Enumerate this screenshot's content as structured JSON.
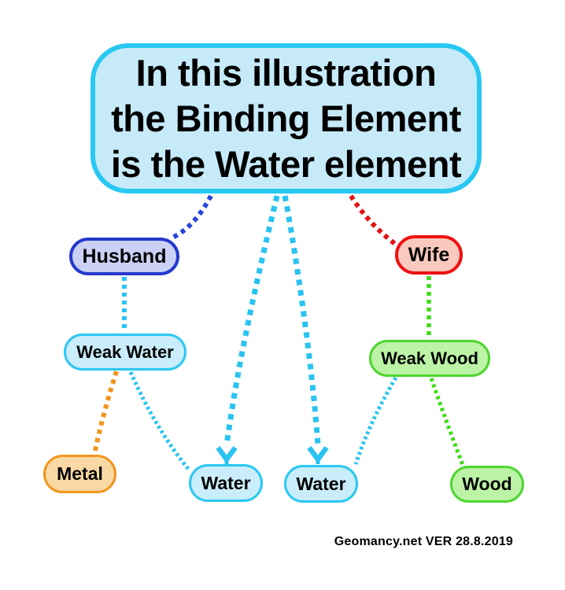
{
  "title_box": {
    "text": "In this illustration the Binding Element is the Water element",
    "lines": [
      "In this illustration",
      "the Binding Element",
      "is the Water element"
    ],
    "border_color": "#29C8F2",
    "fill_color": "#C6EAF8",
    "text_color": "#000000"
  },
  "nodes": [
    {
      "id": "husband",
      "label": "Husband",
      "border_color": "#2438CF",
      "fill_color": "#CAD1F4"
    },
    {
      "id": "wife",
      "label": "Wife",
      "border_color": "#EE1111",
      "fill_color": "#F8C9BC"
    },
    {
      "id": "weak-water",
      "label": "Weak Water",
      "border_color": "#29C8F2",
      "fill_color": "#C9EDFA"
    },
    {
      "id": "weak-wood",
      "label": "Weak Wood",
      "border_color": "#4DD62E",
      "fill_color": "#BCF3A6"
    },
    {
      "id": "metal",
      "label": "Metal",
      "border_color": "#F0951D",
      "fill_color": "#FAD8A3"
    },
    {
      "id": "water-1",
      "label": "Water",
      "border_color": "#29C8F2",
      "fill_color": "#C9EDFA"
    },
    {
      "id": "water-2",
      "label": "Water",
      "border_color": "#29C8F2",
      "fill_color": "#C9EDFA"
    },
    {
      "id": "wood",
      "label": "Wood",
      "border_color": "#4DD62E",
      "fill_color": "#BCF3A6"
    }
  ],
  "edges": [
    {
      "from": "title-box",
      "to": "husband",
      "color": "#2745D9",
      "style": "dotted",
      "arrow": false
    },
    {
      "from": "title-box",
      "to": "water-1",
      "color": "#29C3F2",
      "style": "dotted",
      "arrow": true
    },
    {
      "from": "title-box",
      "to": "water-2",
      "color": "#29C3F2",
      "style": "dotted",
      "arrow": true
    },
    {
      "from": "title-box",
      "to": "wife",
      "color": "#E31112",
      "style": "dotted",
      "arrow": false
    },
    {
      "from": "husband",
      "to": "weak-water",
      "color": "#29C3F2",
      "style": "dotted",
      "arrow": false
    },
    {
      "from": "wife",
      "to": "weak-wood",
      "color": "#3BDC16",
      "style": "dotted",
      "arrow": false
    },
    {
      "from": "weak-water",
      "to": "metal",
      "color": "#F0951D",
      "style": "dotted",
      "arrow": false
    },
    {
      "from": "weak-water",
      "to": "water-1",
      "color": "#29C3F2",
      "style": "dotted",
      "arrow": false
    },
    {
      "from": "weak-wood",
      "to": "water-2",
      "color": "#29C3F2",
      "style": "dotted",
      "arrow": false
    },
    {
      "from": "weak-wood",
      "to": "wood",
      "color": "#3BDC16",
      "style": "dotted",
      "arrow": false
    }
  ],
  "footer": {
    "text": "Geomancy.net VER 28.8.2019"
  }
}
